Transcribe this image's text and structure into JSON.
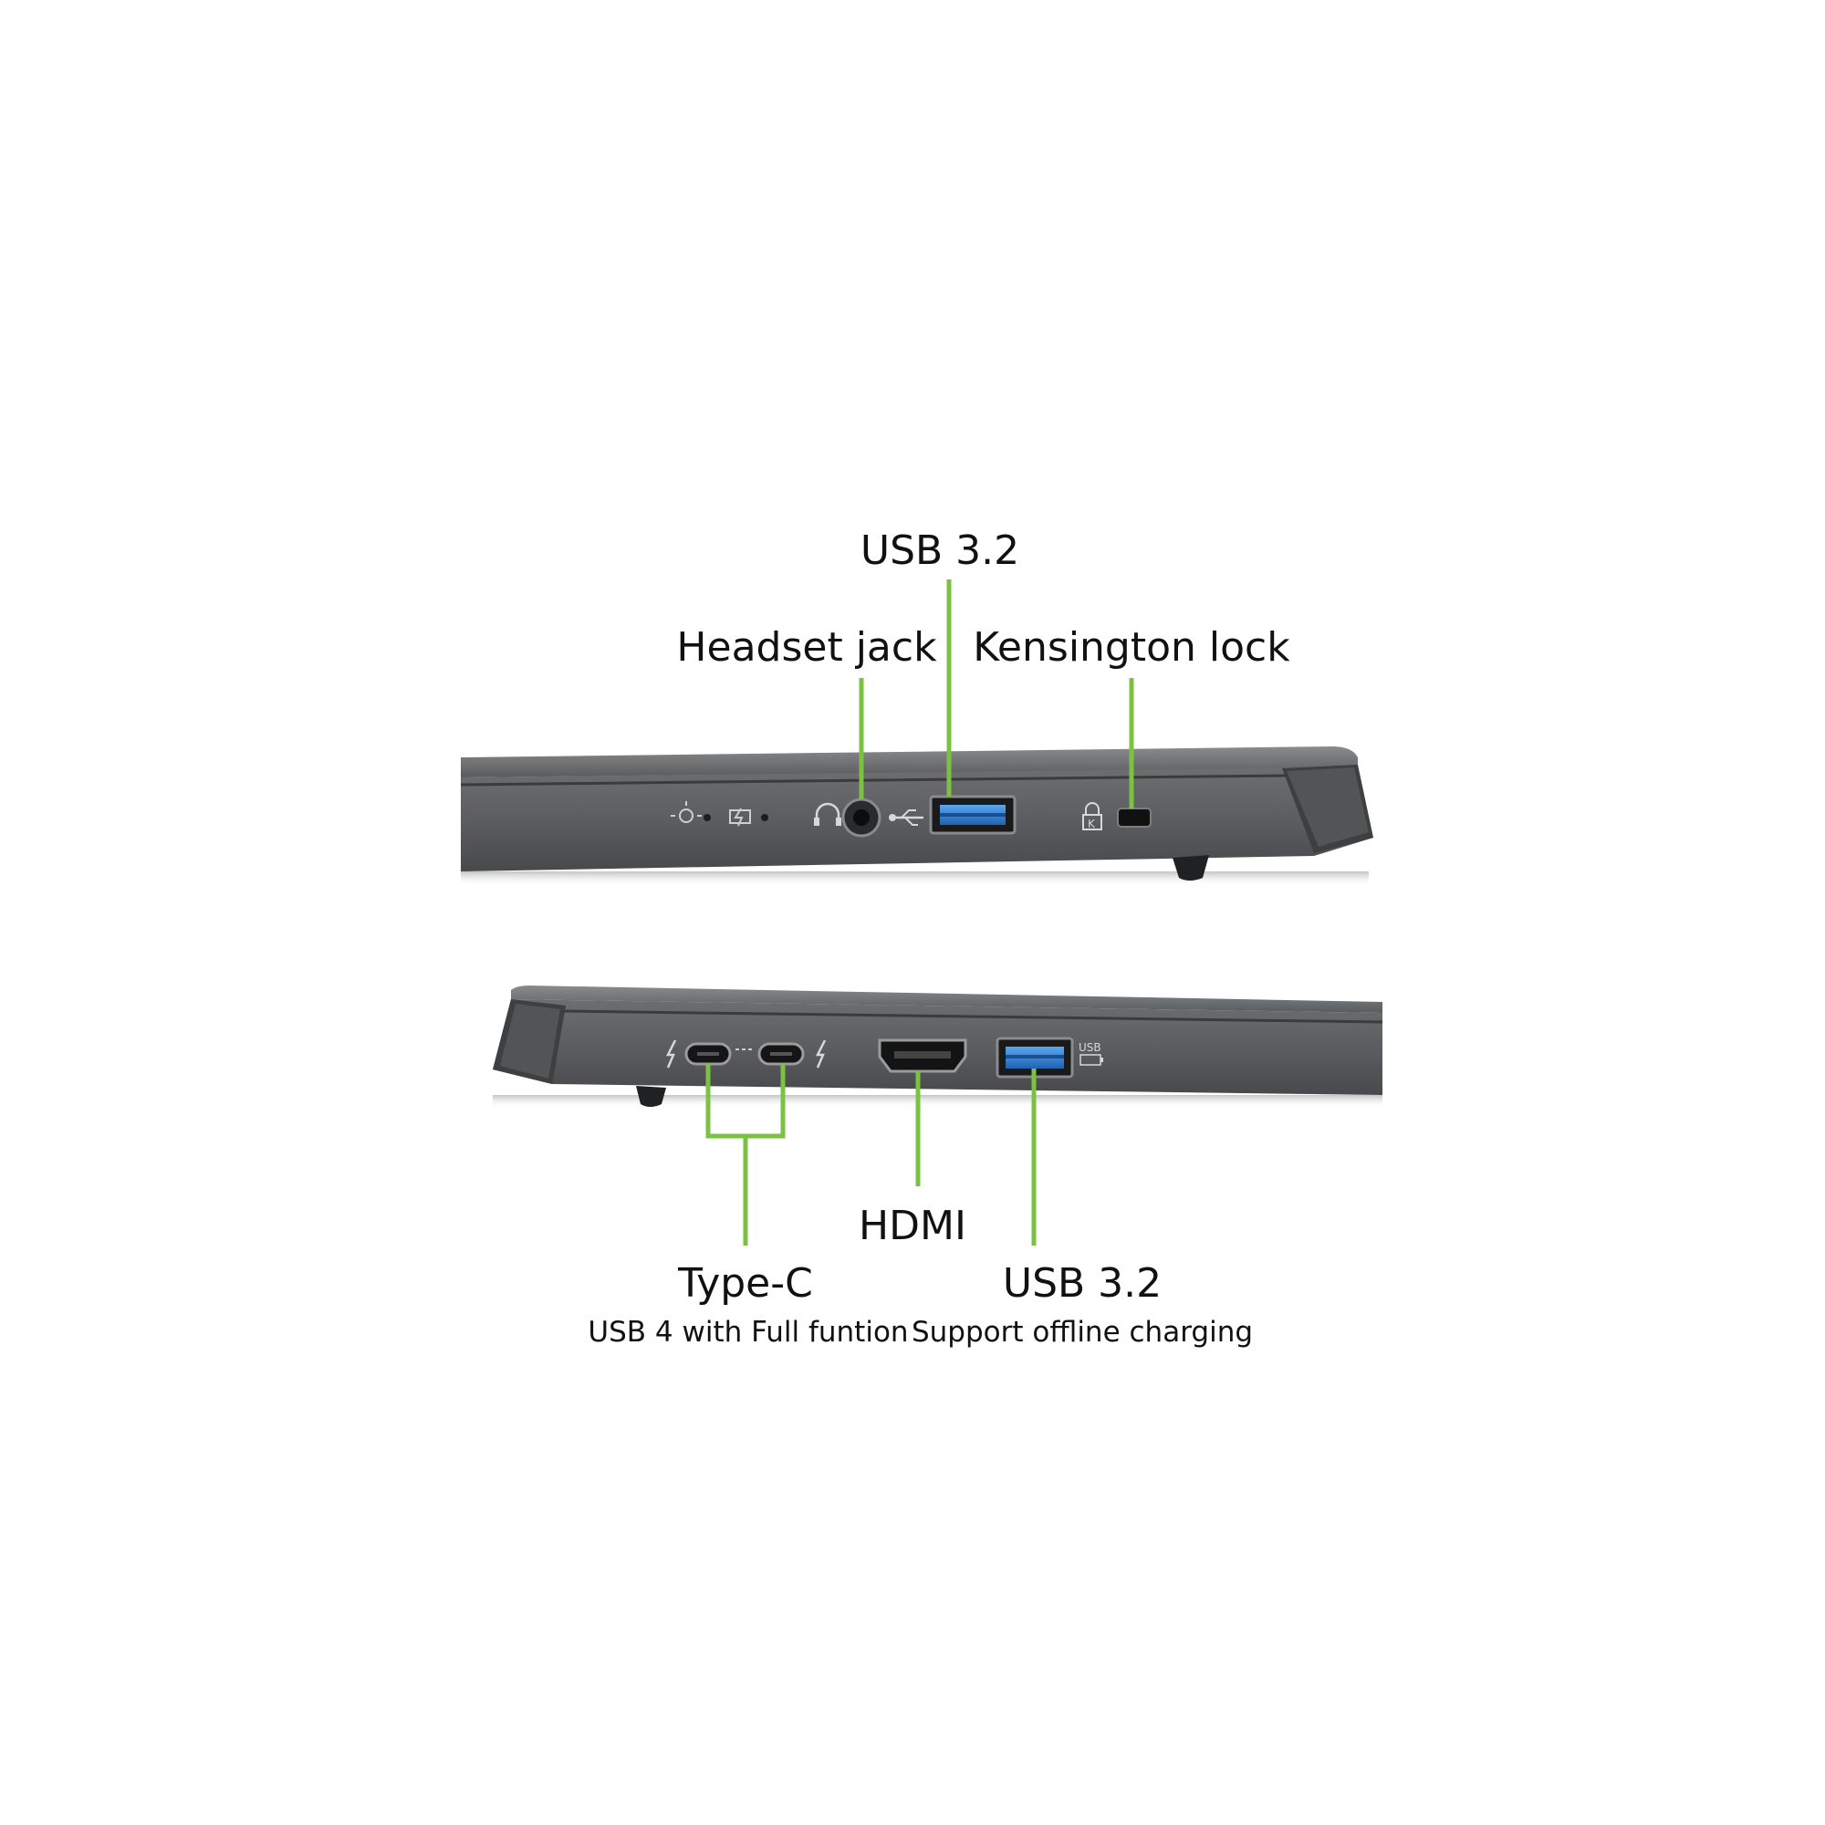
{
  "colors": {
    "accent": "#7cc242",
    "chassis": "#5a5b5d",
    "port_blue": "#2f7fd0",
    "background": "#ffffff"
  },
  "top_view": {
    "labels": {
      "usb": "USB 3.2",
      "headset": "Headset jack",
      "kensington": "Kensington lock"
    },
    "icons": [
      "power-led-icon",
      "battery-led-icon",
      "headset-icon",
      "usb-icon",
      "lock-icon"
    ]
  },
  "bottom_view": {
    "labels": {
      "typec_title": "Type-C",
      "typec_sub": "USB 4 with Full funtion",
      "hdmi": "HDMI",
      "usb_title": "USB 3.2",
      "usb_sub": "Support offline charging"
    },
    "icons": [
      "thunderbolt-icon",
      "usb-charge-icon"
    ]
  }
}
